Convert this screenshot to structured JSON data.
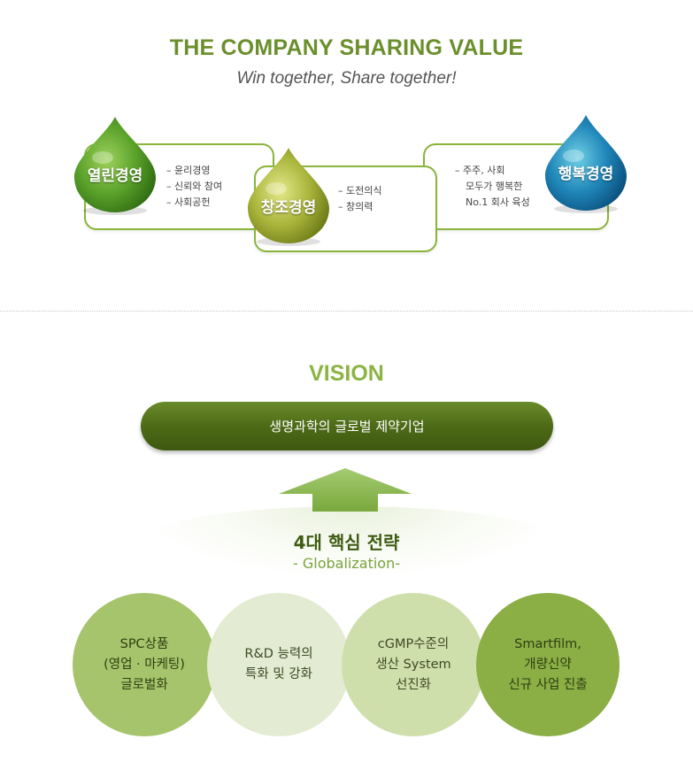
{
  "header": {
    "title": "THE COMPANY SHARING VALUE",
    "subtitle": "Win together, Share together!"
  },
  "values": [
    {
      "label": "열린경영",
      "bullets": [
        "– 윤리경영",
        "– 신뢰와 참여",
        "– 사회공헌"
      ]
    },
    {
      "label": "창조경영",
      "bullets": [
        "– 도전의식",
        "– 창의력"
      ]
    },
    {
      "label": "행복경영",
      "bullets": [
        "– 주주, 사회",
        "모두가 행복한",
        "No.1 회사 육성"
      ]
    }
  ],
  "vision": {
    "heading": "VISION",
    "statement": "생명과학의 글로벌 제약기업"
  },
  "strategy": {
    "title": "4대 핵심 전략",
    "subtitle": "- Globalization-",
    "items": [
      "SPC상품\n(영업 · 마케팅)\n글로벌화",
      "R&D 능력의\n특화 및 강화",
      "cGMP수준의\n생산 System\n선진화",
      "Smartfilm,\n개량신약\n신규 사업 진출"
    ]
  },
  "colors": {
    "accent_green": "#6b8f2c",
    "vision_bar": "#4d6b17",
    "drop_green": "#5fa530",
    "drop_olive": "#a7b43a",
    "drop_blue": "#1d7fb0"
  }
}
